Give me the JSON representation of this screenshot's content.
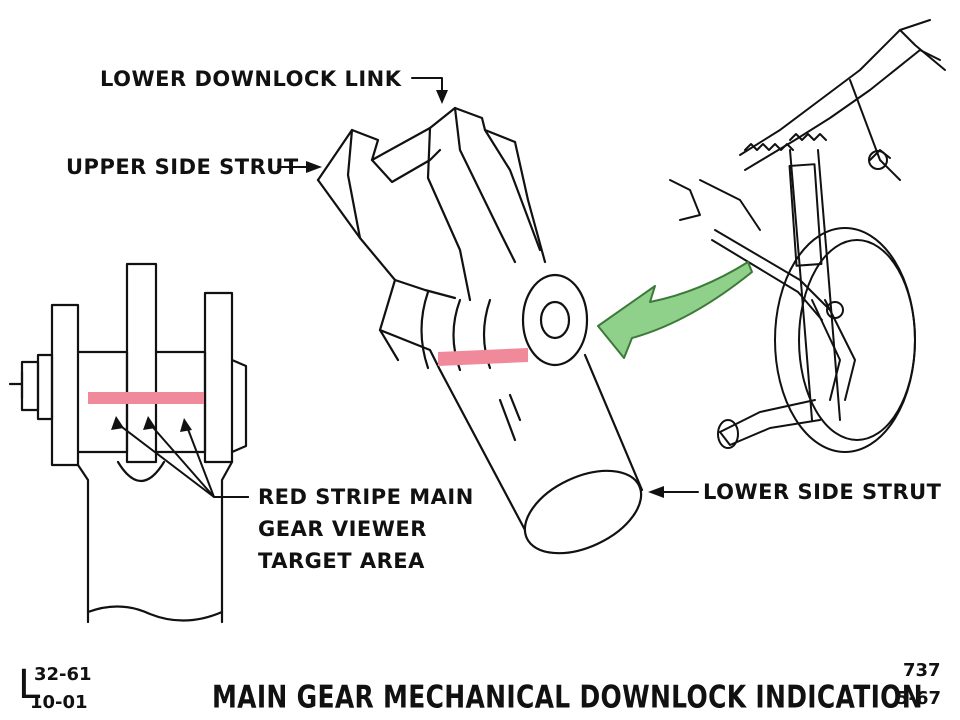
{
  "labels": {
    "lower_downlock_link": "LOWER DOWNLOCK LINK",
    "upper_side_strut": "UPPER SIDE STRUT",
    "red_stripe_line1": "RED STRIPE MAIN",
    "red_stripe_line2": "GEAR VIEWER",
    "red_stripe_line3": "TARGET AREA",
    "lower_side_strut": "LOWER SIDE STRUT"
  },
  "caption": "MAIN GEAR MECHANICAL DOWNLOCK INDICATION",
  "footer": {
    "left_top": "32-61",
    "left_bottom": "10-01",
    "left_bracket": "L",
    "right_top": "737",
    "right_bottom": "5-67"
  },
  "colors": {
    "ink": "#111111",
    "red_stripe": "#f08a9a",
    "arrow_fill": "#8fd08a",
    "arrow_stroke": "#3d7a3a"
  }
}
